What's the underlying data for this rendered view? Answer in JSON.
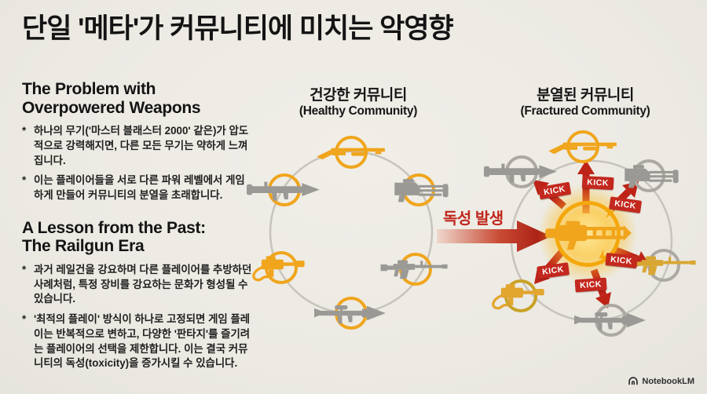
{
  "title": "단일 '메타'가 커뮤니티에 미치는 악영향",
  "left_panel": {
    "bullet_marker": "*",
    "section1": {
      "heading_line1": "The Problem with",
      "heading_line2": "Overpowered Weapons",
      "bullet1": "하나의 무기('마스터 블래스터 2000' 같은)가 압도적으로 강력해지면, 다른 모든 무기는 약하게 느껴집니다.",
      "bullet2": "이는 플레이어들을 서로 다른 파워 레벨에서 게임하게 만들어 커뮤니티의 분열을 초래합니다."
    },
    "section2": {
      "heading_line1": "A Lesson from the Past:",
      "heading_line2": "The Railgun Era",
      "bullet1": "과거 레일건을 강요하며 다른 플레이어를 추방하던 사례처럼, 특정 장비를 강요하는 문화가 형성될 수 있습니다.",
      "bullet2": "'최적의 플레이' 방식이 하나로 고정되면 게임 플레이는 반복적으로 변하고, 다양한 '판타지'를 즐기려는 플레이어의 선택을 제한합니다. 이는 결국 커뮤니티의 독성(toxicity)을 증가시킬 수 있습니다."
    }
  },
  "healthy_community": {
    "title_ko": "건강한 커뮤니티",
    "title_en": "(Healthy Community)",
    "weapons": [
      "shotgun-icon",
      "rocket-launcher-icon",
      "minigun-icon",
      "flamethrower-icon",
      "assault-rifle-icon",
      "rpg-icon"
    ]
  },
  "fractured_community": {
    "title_ko": "분열된 커뮤니티",
    "title_en": "(Fractured Community)",
    "center_weapon": "railgun-icon",
    "kick_label": "KICK",
    "weapons": [
      "shotgun-icon",
      "rocket-launcher-icon",
      "minigun-icon",
      "flamethrower-icon",
      "assault-rifle-icon",
      "rpg-icon"
    ]
  },
  "toxicity_arrow": {
    "label": "독성 발생"
  },
  "footer": {
    "brand": "NotebookLM"
  },
  "colors": {
    "background": "#ECEAE3",
    "text": "#161616",
    "accent_yellow": "#F0A51D",
    "gold": "#D9A633",
    "weapon_gray": "#9B9995",
    "circle_gray": "#C7C4BC",
    "red": "#BE2318",
    "kick_red": "#C3281E"
  }
}
